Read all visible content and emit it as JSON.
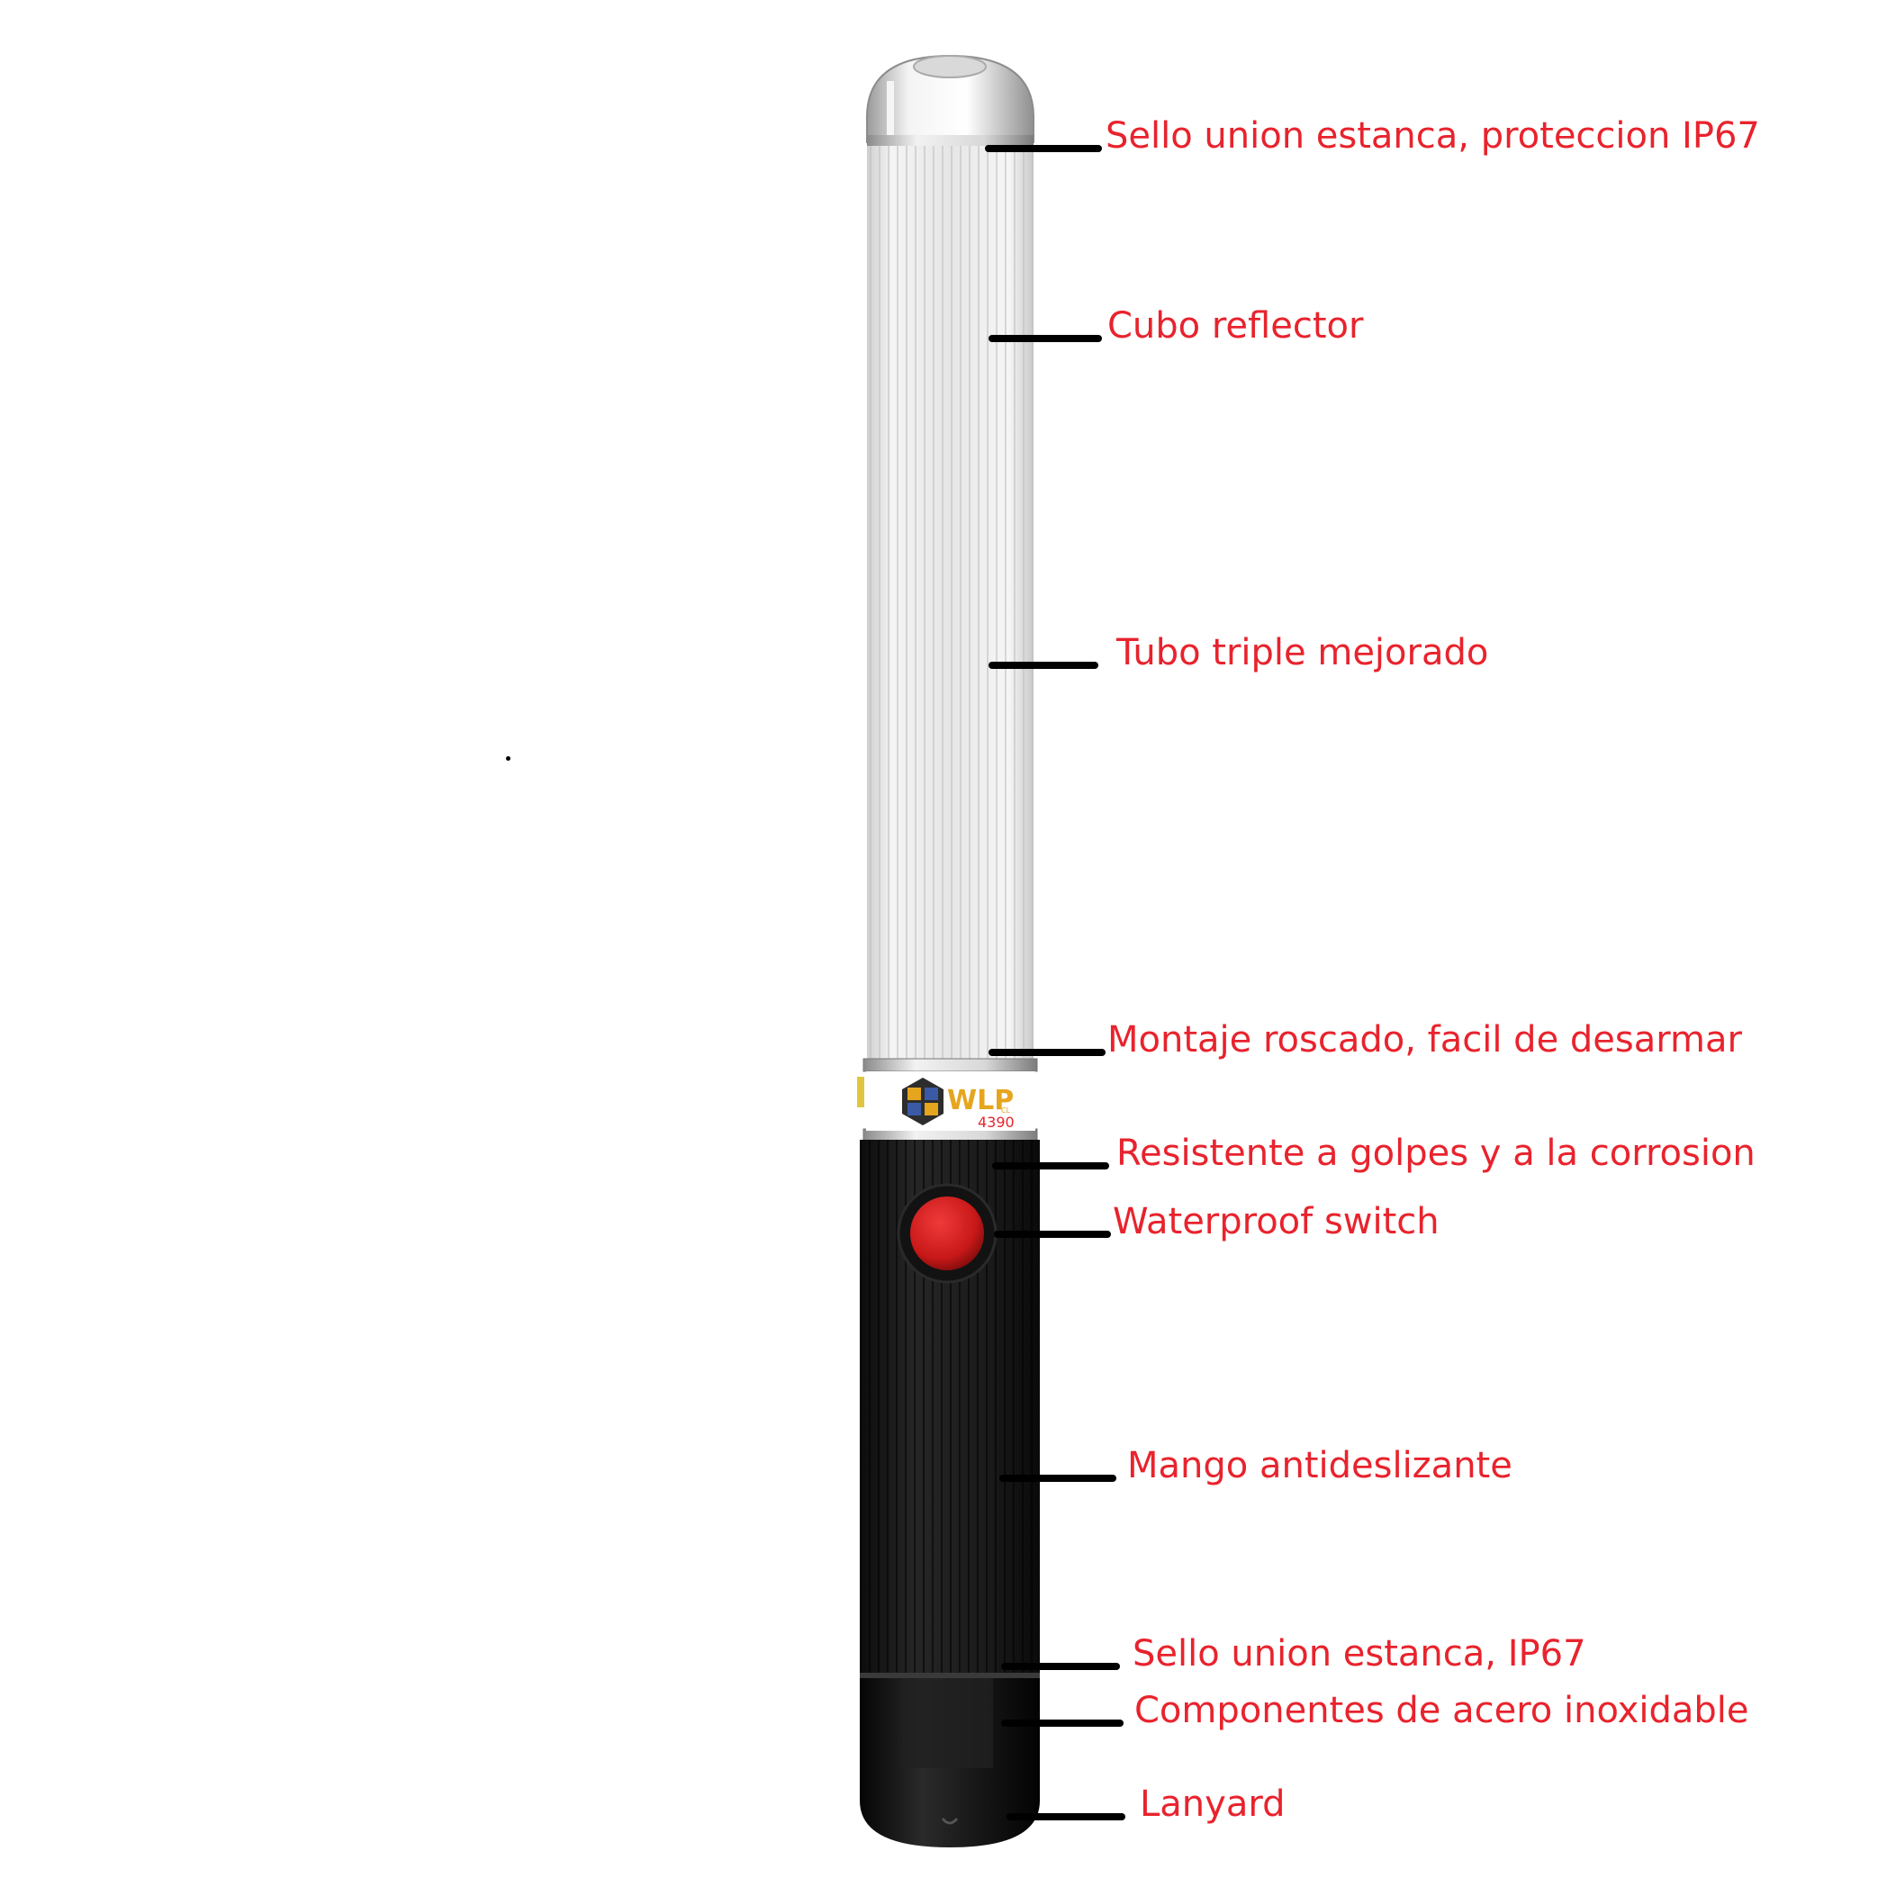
{
  "product": {
    "brand": "WLP",
    "brand_suffix": "CL",
    "model": "4390"
  },
  "colors": {
    "label": "#e8232d",
    "leader": "#000000",
    "button": "#d21f1f",
    "handle": "#1a1a1a",
    "tube": "#e9e9e9"
  },
  "callouts": [
    {
      "id": "top-seal",
      "text": "Sello union estanca, proteccion IP67"
    },
    {
      "id": "reflector",
      "text": "Cubo reflector"
    },
    {
      "id": "tube",
      "text": "Tubo triple mejorado"
    },
    {
      "id": "thread",
      "text": "Montaje roscado, facil de desarmar"
    },
    {
      "id": "impact",
      "text": "Resistente a golpes y a la corrosion"
    },
    {
      "id": "switch",
      "text": "Waterproof switch"
    },
    {
      "id": "grip",
      "text": "Mango antideslizante"
    },
    {
      "id": "bottom-seal",
      "text": "Sello union estanca, IP67"
    },
    {
      "id": "steel",
      "text": "Componentes de acero inoxidable"
    },
    {
      "id": "lanyard",
      "text": "Lanyard"
    }
  ]
}
